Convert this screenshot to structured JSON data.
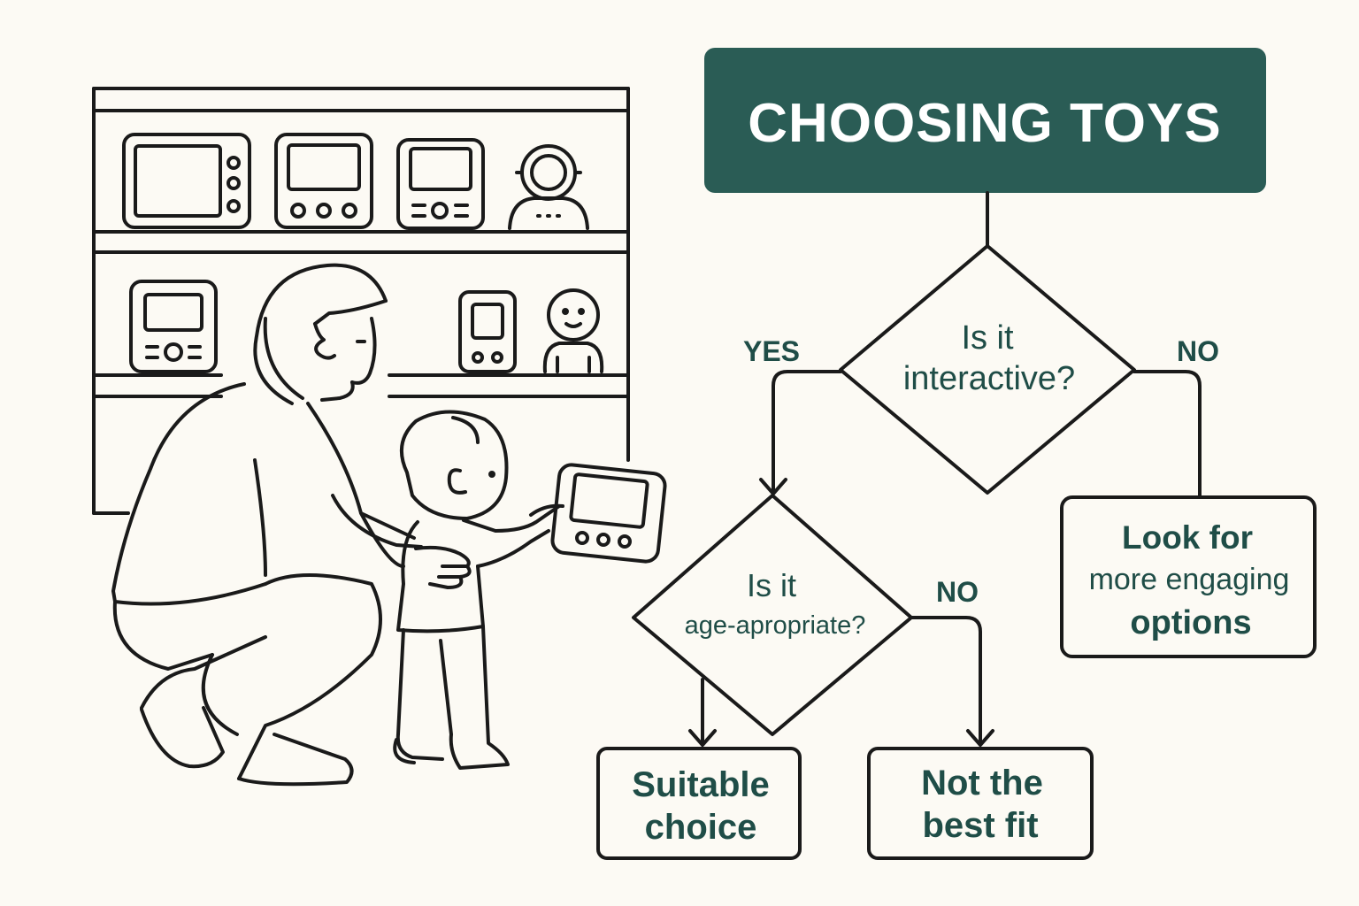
{
  "flowchart": {
    "title": "CHOOSING TOYS",
    "q1": {
      "line1": "Is it",
      "line2": "interactive?"
    },
    "q1_yes": "YES",
    "q1_no": "NO",
    "q2": {
      "line1": "Is it",
      "line2": "age-apropriate?"
    },
    "q2_no": "NO",
    "result_no_interactive": {
      "line1": "Look for",
      "line2": "more engaging",
      "line3": "options"
    },
    "result_suitable": {
      "line1": "Suitable",
      "line2": "choice"
    },
    "result_not_fit": {
      "line1": "Not the",
      "line2": "best fit"
    }
  },
  "colors": {
    "accent": "#2a5c55",
    "text": "#1f4d47",
    "line": "#1a1a1a",
    "background": "#fcfaf4"
  }
}
